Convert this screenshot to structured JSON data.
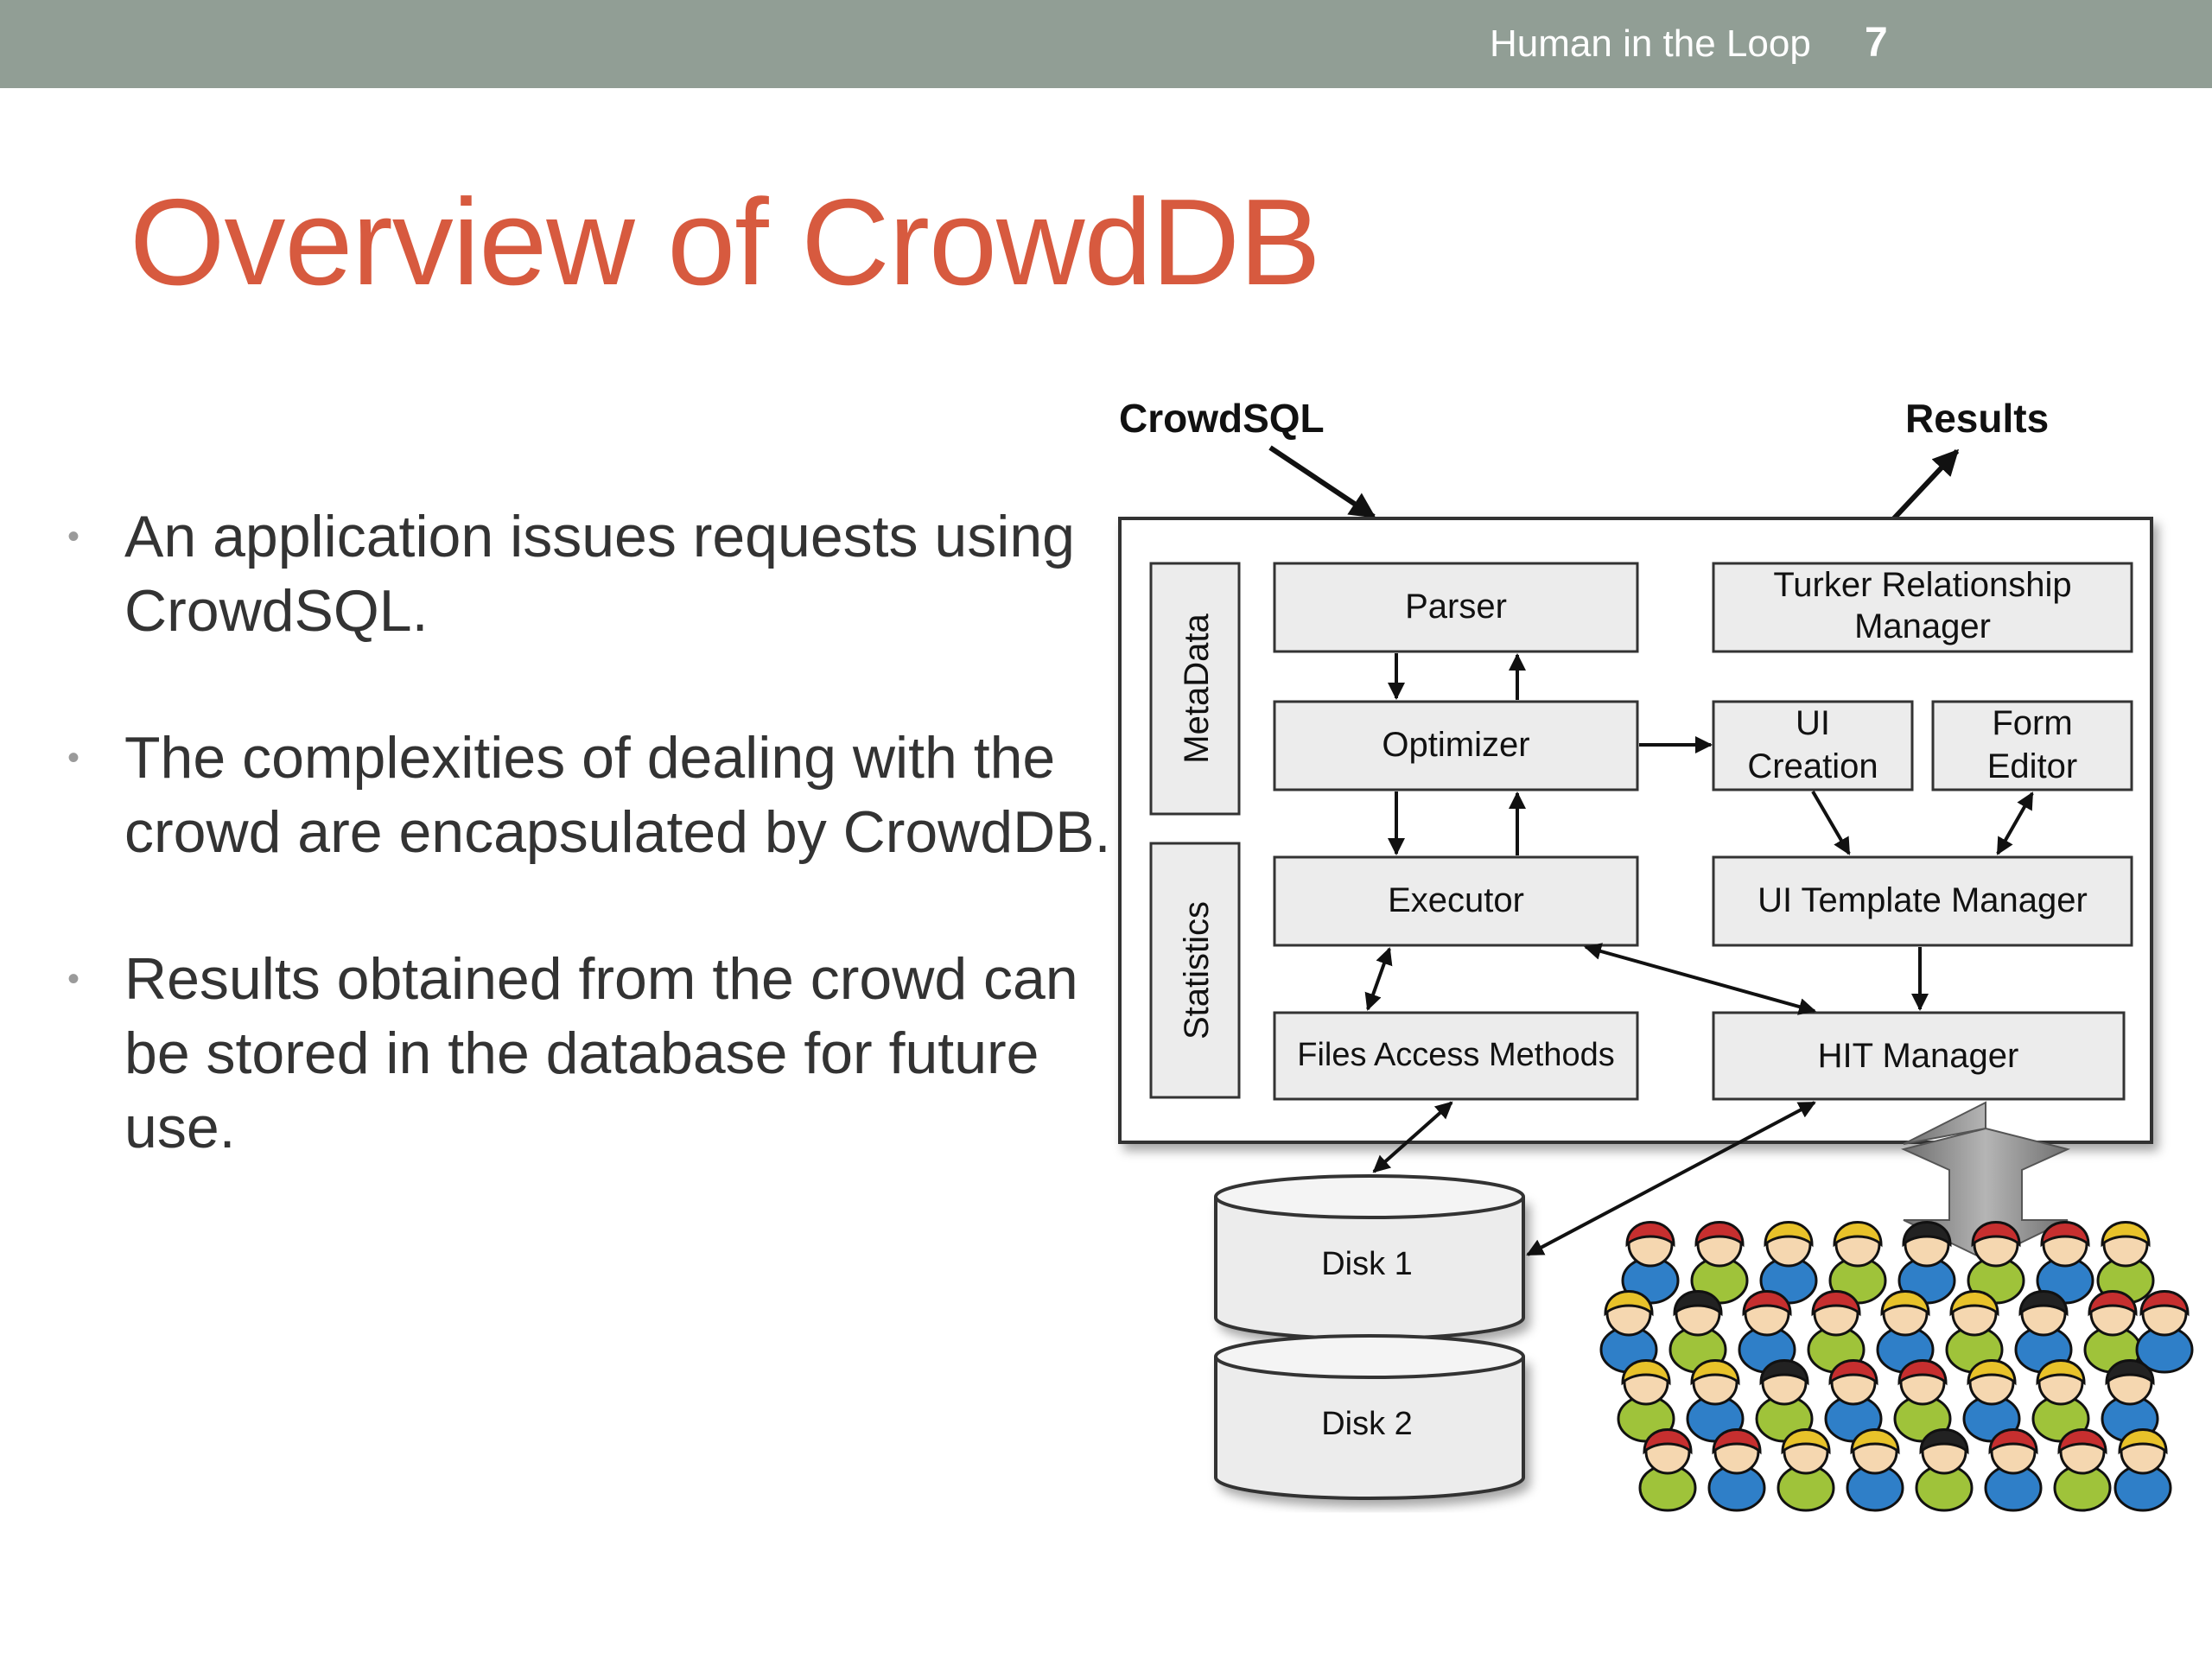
{
  "header": {
    "section": "Human in the Loop",
    "page_number": "7"
  },
  "title": "Overview of CrowdDB",
  "bullets": [
    "An application issues requests using CrowdSQL.",
    "The complexities of dealing with the crowd are encapsulated by CrowdDB.",
    "Results obtained from the crowd can be stored in the database for future use."
  ],
  "diagram": {
    "input_label": "CrowdSQL",
    "output_label": "Results",
    "side_bars": {
      "metadata": "MetaData",
      "statistics": "Statistics"
    },
    "components": {
      "parser": "Parser",
      "optimizer": "Optimizer",
      "executor": "Executor",
      "files_access": "Files Access Methods",
      "turker_line1": "Turker Relationship",
      "turker_line2": "Manager",
      "ui_creation_line1": "UI",
      "ui_creation_line2": "Creation",
      "form_editor_line1": "Form",
      "form_editor_line2": "Editor",
      "ui_template": "UI Template Manager",
      "hit_manager": "HIT Manager"
    },
    "disks": [
      "Disk 1",
      "Disk 2"
    ],
    "crowd_icon": "crowd-of-people-icon"
  }
}
